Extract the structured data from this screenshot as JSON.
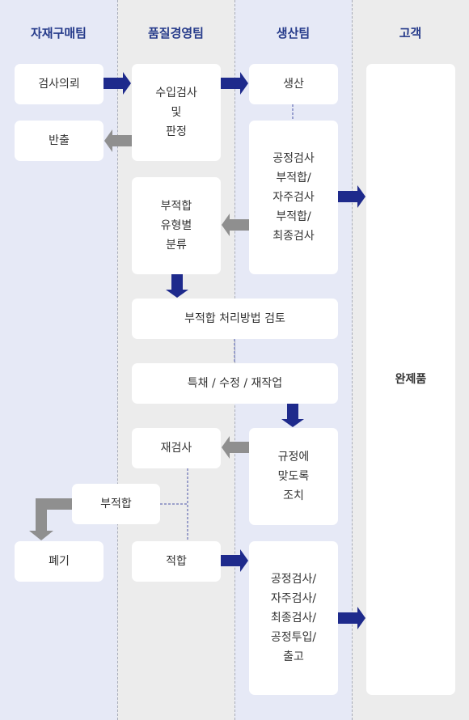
{
  "lanes": [
    {
      "title": "자재구매팀",
      "color": "#e6e9f6"
    },
    {
      "title": "품질경영팀",
      "color": "#ececec"
    },
    {
      "title": "생산팀",
      "color": "#e6e9f6"
    },
    {
      "title": "고객",
      "color": "#ececec"
    }
  ],
  "boxes": {
    "inspection_request": "검사의뢰",
    "return": "반출",
    "disposal": "폐기",
    "incoming_inspection": "수입검사\n및\n판정",
    "nonconforming_classification": "부적합\n유형별\n분류",
    "disposition_review": "부적합 처리방법 검토",
    "special_action": "특채 / 수정 / 재작업",
    "reinspection": "재검사",
    "nonconforming": "부적합",
    "conforming": "적합",
    "production": "생산",
    "inspection_flow": "공정검사\n부적합/\n자주검사\n부적합/\n최종검사",
    "regulatory_action": "규정에\n맞도록\n조치",
    "final_flow": "공정검사/\n자주검사/\n최종검사/\n공정투입/\n출고",
    "finished_product": "완제품"
  },
  "colors": {
    "navy_arrow": "#1e2a8c",
    "gray_arrow": "#8f8f8f",
    "title_text": "#253a8a"
  }
}
